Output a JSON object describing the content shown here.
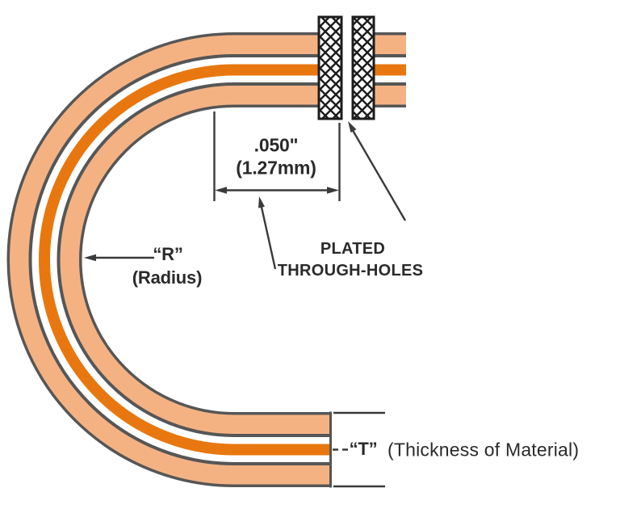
{
  "diagram": {
    "labels": {
      "hole_pitch_in": ".050\"",
      "hole_pitch_mm": "(1.27mm)",
      "plated_line1": "PLATED",
      "plated_line2": "THROUGH-HOLES",
      "radius_symbol": "“R”",
      "radius_caption": "(Radius)",
      "thickness_symbol": "“T”",
      "thickness_caption": "(Thickness of Material)"
    },
    "colors": {
      "coverlay_peach": "#F4B283",
      "conductor_orange": "#E8770F",
      "band_outline_gray": "#565656",
      "gap_white": "#FFFFFF",
      "hole_fill_white": "#FFFFFF",
      "hatch_black": "#1C1C1C",
      "dimension_line": "#3A3A3A",
      "text": "#2A2A2A"
    }
  }
}
